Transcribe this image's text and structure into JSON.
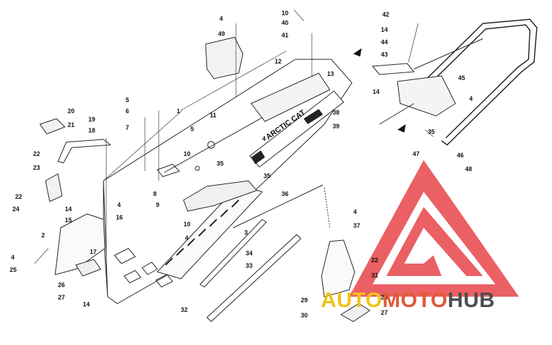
{
  "diagram": {
    "callouts": [
      {
        "id": "c1",
        "text": "1"
      },
      {
        "id": "c2",
        "text": "2"
      },
      {
        "id": "c3",
        "text": "3"
      },
      {
        "id": "c4a",
        "text": "4"
      },
      {
        "id": "c4b",
        "text": "4"
      },
      {
        "id": "c4c",
        "text": "4"
      },
      {
        "id": "c4d",
        "text": "4"
      },
      {
        "id": "c4e",
        "text": "4"
      },
      {
        "id": "c4f",
        "text": "4"
      },
      {
        "id": "c4g",
        "text": "4"
      },
      {
        "id": "c5a",
        "text": "5"
      },
      {
        "id": "c5b",
        "text": "5"
      },
      {
        "id": "c6",
        "text": "6"
      },
      {
        "id": "c7",
        "text": "7"
      },
      {
        "id": "c8",
        "text": "8"
      },
      {
        "id": "c9",
        "text": "9"
      },
      {
        "id": "c10a",
        "text": "10"
      },
      {
        "id": "c10b",
        "text": "10"
      },
      {
        "id": "c10c",
        "text": "10"
      },
      {
        "id": "c11",
        "text": "11"
      },
      {
        "id": "c12",
        "text": "12"
      },
      {
        "id": "c13",
        "text": "13"
      },
      {
        "id": "c14a",
        "text": "14"
      },
      {
        "id": "c14b",
        "text": "14"
      },
      {
        "id": "c14c",
        "text": "14"
      },
      {
        "id": "c14d",
        "text": "14"
      },
      {
        "id": "c15",
        "text": "15"
      },
      {
        "id": "c16",
        "text": "16"
      },
      {
        "id": "c17",
        "text": "17"
      },
      {
        "id": "c18",
        "text": "18"
      },
      {
        "id": "c19",
        "text": "19"
      },
      {
        "id": "c20",
        "text": "20"
      },
      {
        "id": "c21",
        "text": "21"
      },
      {
        "id": "c22a",
        "text": "22"
      },
      {
        "id": "c22b",
        "text": "22"
      },
      {
        "id": "c22c",
        "text": "22"
      },
      {
        "id": "c23",
        "text": "23"
      },
      {
        "id": "c24",
        "text": "24"
      },
      {
        "id": "c25",
        "text": "25"
      },
      {
        "id": "c26",
        "text": "26"
      },
      {
        "id": "c27a",
        "text": "27"
      },
      {
        "id": "c27b",
        "text": "27"
      },
      {
        "id": "c28",
        "text": "28"
      },
      {
        "id": "c29",
        "text": "29"
      },
      {
        "id": "c30",
        "text": "30"
      },
      {
        "id": "c31",
        "text": "31"
      },
      {
        "id": "c32",
        "text": "32"
      },
      {
        "id": "c33",
        "text": "33"
      },
      {
        "id": "c34",
        "text": "34"
      },
      {
        "id": "c35a",
        "text": "35"
      },
      {
        "id": "c35b",
        "text": "35"
      },
      {
        "id": "c35c",
        "text": "35"
      },
      {
        "id": "c36",
        "text": "36"
      },
      {
        "id": "c37",
        "text": "37"
      },
      {
        "id": "c38",
        "text": "38"
      },
      {
        "id": "c39",
        "text": "39"
      },
      {
        "id": "c40",
        "text": "40"
      },
      {
        "id": "c41",
        "text": "41"
      },
      {
        "id": "c42",
        "text": "42"
      },
      {
        "id": "c43",
        "text": "43"
      },
      {
        "id": "c44",
        "text": "44"
      },
      {
        "id": "c45",
        "text": "45"
      },
      {
        "id": "c46",
        "text": "46"
      },
      {
        "id": "c47",
        "text": "47"
      },
      {
        "id": "c48",
        "text": "48"
      },
      {
        "id": "c49",
        "text": "49"
      }
    ],
    "decal_text": "ARCTIC CAT"
  },
  "watermark": {
    "part1": "AUTO",
    "part2": "MOTO",
    "part3": "HUB",
    "colors": {
      "part1": "#f2c21a",
      "part2": "#e05a3a",
      "part3": "#4a4f55",
      "logo": "#e8454a"
    }
  }
}
